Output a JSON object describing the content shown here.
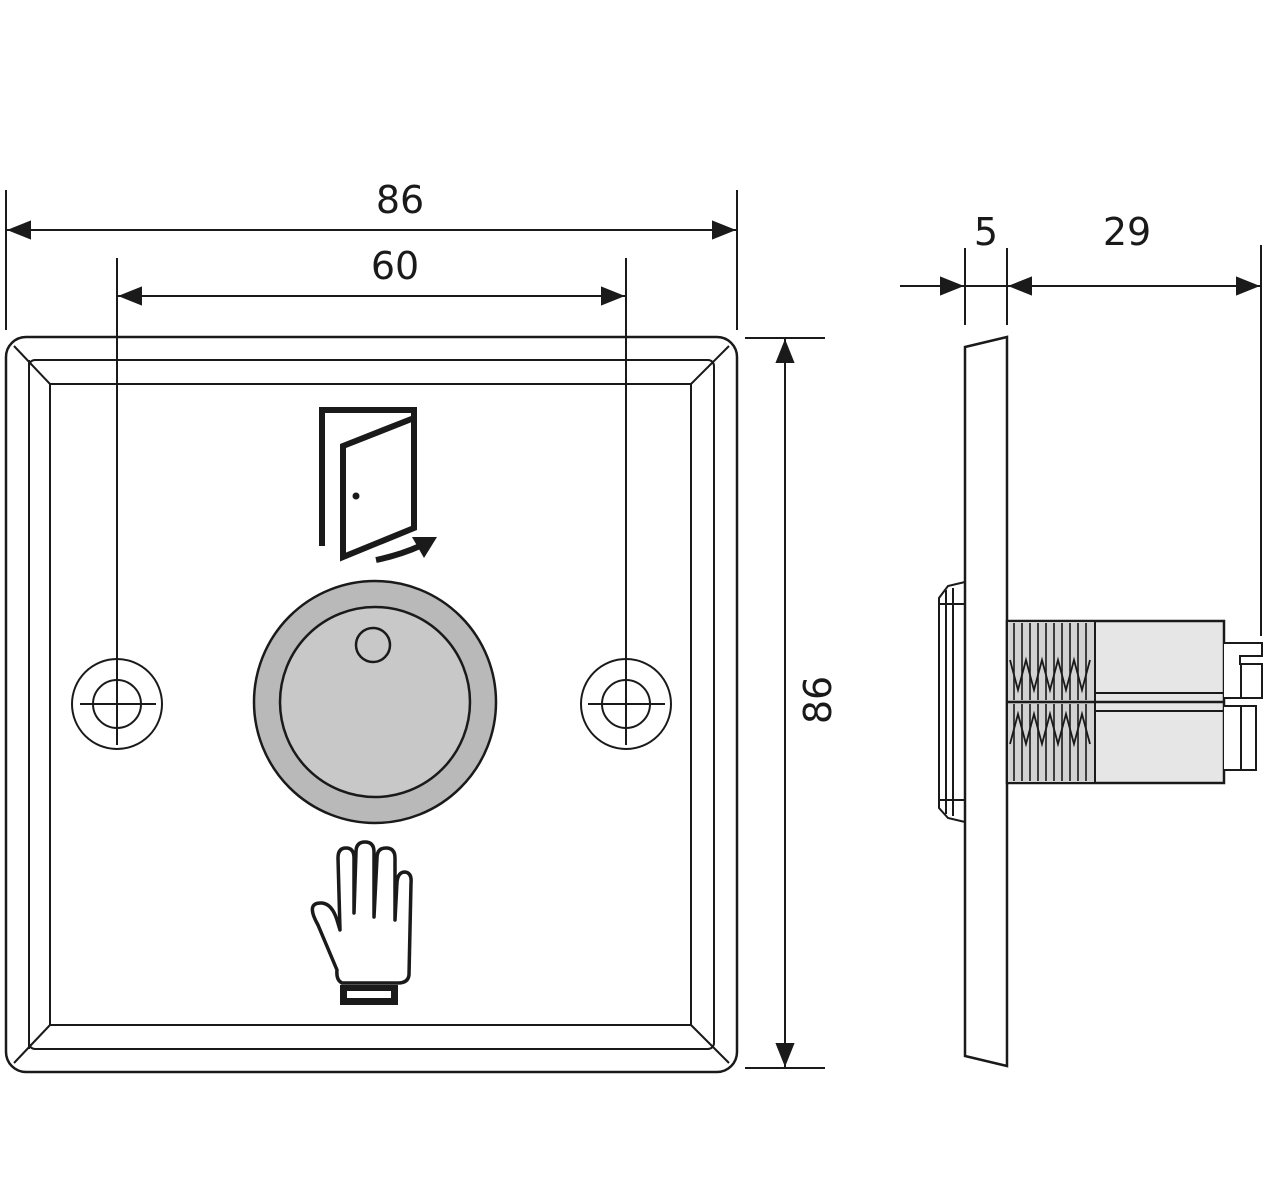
{
  "front_view": {
    "overall_width": "86",
    "hole_spacing": "60",
    "overall_height": "86",
    "top_icon": "exit-door-icon",
    "bottom_icon": "hand-press-icon"
  },
  "side_view": {
    "plate_thickness": "5",
    "body_depth": "29"
  },
  "colors": {
    "line": "#1a1a1a",
    "button_face": "#c8c8c8",
    "button_ring": "#b9b9b9",
    "body_fill": "#e6e6e6"
  }
}
